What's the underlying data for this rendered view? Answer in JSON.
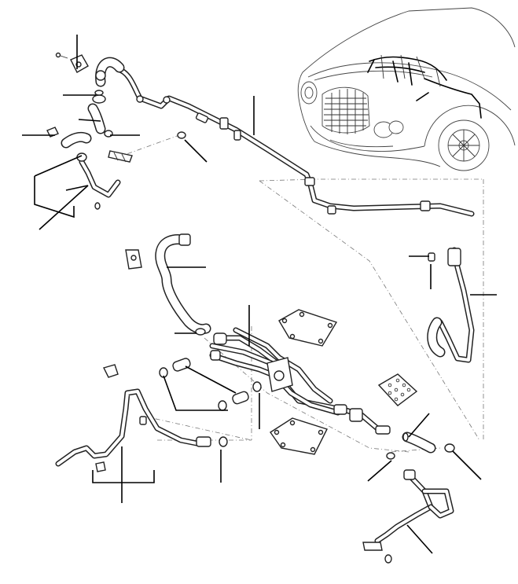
{
  "diagram": {
    "labels": [],
    "parts": [
      "vehicle-front-view",
      "engine-harness",
      "rear-hose-assembly",
      "main-hose-assembly",
      "hose-junction-block",
      "left-hose-assembly",
      "right-hose-assembly",
      "clamps",
      "grommets",
      "mounting-brackets"
    ]
  }
}
